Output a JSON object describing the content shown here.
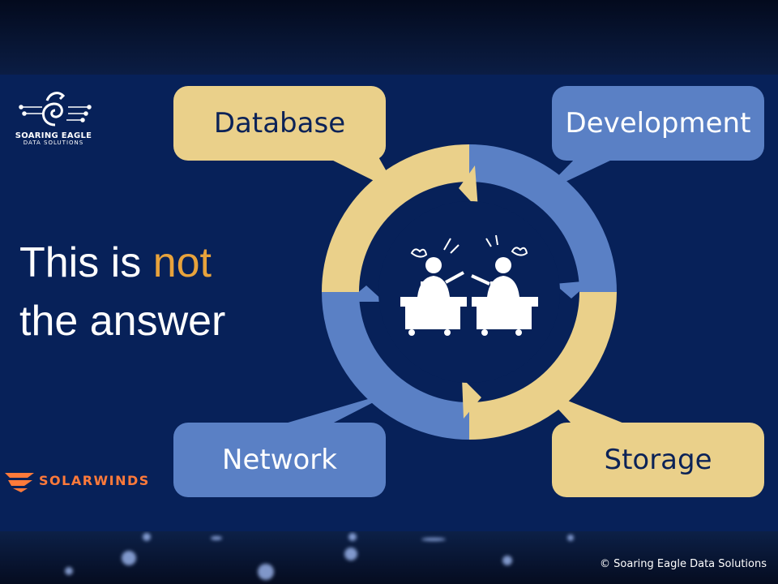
{
  "headline": {
    "line1_pre": "This is ",
    "line1_highlight": "not",
    "line2": "the answer"
  },
  "boxes": {
    "database": "Database",
    "development": "Development",
    "network": "Network",
    "storage": "Storage"
  },
  "logos": {
    "eagle_line1": "SOARING EAGLE",
    "eagle_line2": "DATA SOLUTIONS",
    "solarwinds": "SOLARWINDS"
  },
  "footer": {
    "copyright": "© Soaring Eagle Data Solutions"
  },
  "colors": {
    "panel": "#072159",
    "tan": "#ead08a",
    "blue": "#5a80c5",
    "highlight": "#e8a33c",
    "solarwinds": "#ff7a3a"
  }
}
